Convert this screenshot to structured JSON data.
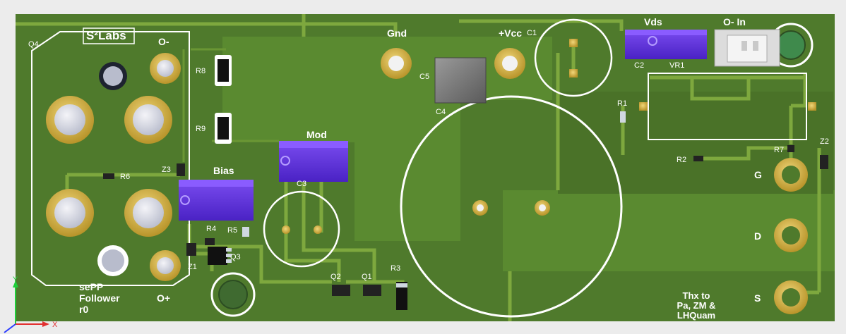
{
  "board": {
    "colors": {
      "background": "#ececec",
      "substrate": "#4f7a2c",
      "copper_pour": "#5a8a30",
      "trace": "#7ea83e",
      "silkscreen": "#ffffff",
      "pad_gold": "#c9a83a",
      "trim_pot": "#5b2fd9"
    },
    "brand": "S²Labs",
    "title_lines": [
      "sePP",
      "Follower",
      "r0"
    ],
    "thanks_lines": [
      "Thx to",
      "Pa, ZM &",
      "LHQuam"
    ]
  },
  "labels": {
    "o_minus": "O-",
    "o_plus": "O+",
    "gnd": "Gnd",
    "vcc": "+Vcc",
    "vds": "Vds",
    "o_minus_in": "O- In",
    "mod": "Mod",
    "bias": "Bias",
    "g": "G",
    "d": "D",
    "s": "S"
  },
  "refdes": {
    "q4": "Q4",
    "r8": "R8",
    "r9": "R9",
    "c1": "C1",
    "c2": "C2",
    "vr1": "VR1",
    "c5": "C5",
    "c4": "C4",
    "r1": "R1",
    "r2": "R2",
    "r7": "R7",
    "z2": "Z2",
    "z3": "Z3",
    "r6": "R6",
    "c3": "C3",
    "r4": "R4",
    "r5": "R5",
    "q3": "Q3",
    "z1": "Z1",
    "q2": "Q2",
    "q1": "Q1",
    "r3": "R3"
  },
  "axes": {
    "x": "X",
    "y": "Y"
  },
  "icons": {
    "triad": "xyz-axis-triad-icon"
  }
}
